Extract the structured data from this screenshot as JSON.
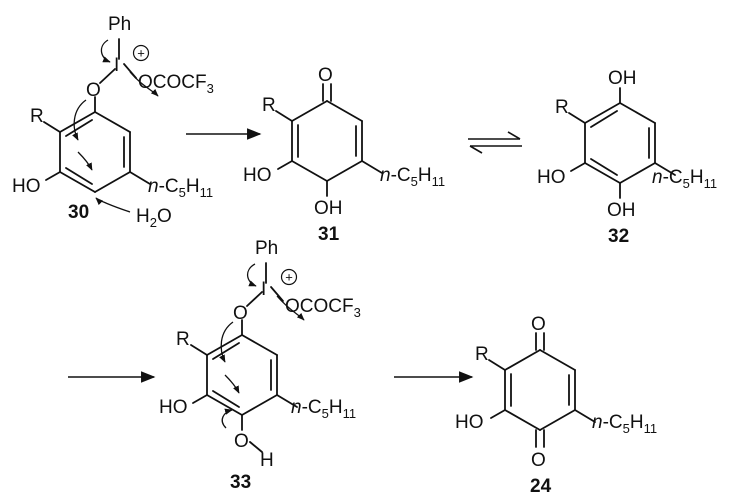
{
  "labels": {
    "ph": "Ph",
    "i": "I",
    "o": "O",
    "oh": "OH",
    "ho": "HO",
    "h": "H",
    "r": "R",
    "ocof_main": "OCOCF",
    "ocof_sub": "3",
    "pentyl_prefix": "n",
    "pentyl_main": "-C",
    "pentyl_sub1": "5",
    "pentyl_h": "H",
    "pentyl_sub2": "11",
    "water_h": "H",
    "water_sub": "2",
    "water_o": "O",
    "plus": "+"
  },
  "compounds": {
    "c30": "30",
    "c31": "31",
    "c32": "32",
    "c33": "33",
    "c24": "24"
  }
}
